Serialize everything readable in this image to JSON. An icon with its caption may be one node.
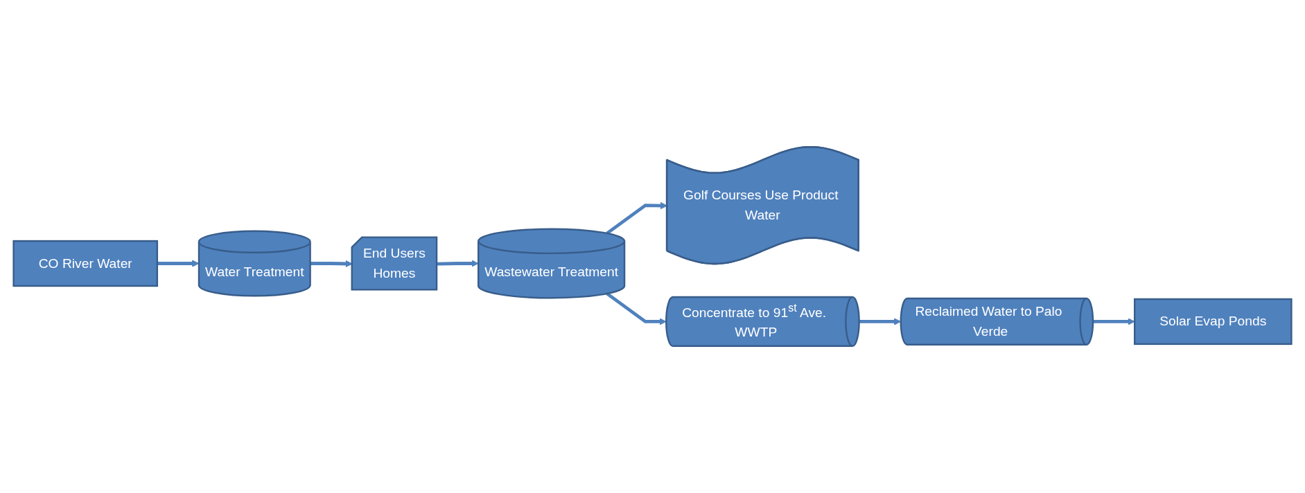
{
  "diagram": {
    "nodes": [
      {
        "text": [
          "CO  River Water"
        ]
      },
      {
        "text": [
          "Water Treatment"
        ]
      },
      {
        "text": [
          "End Users",
          "Homes"
        ]
      },
      {
        "text": [
          "Wastewater Treatment"
        ]
      },
      {
        "text": [
          "Golf Courses Use Product Water"
        ]
      },
      {
        "text": [
          "Concentrate to 91$^{st}$ Ave. WWTP"
        ]
      },
      {
        "text": [
          "Reclaimed Water to Palo Verde"
        ]
      },
      {
        "text": [
          "Solar Evap Ponds"
        ]
      }
    ],
    "edges": [
      {
        "from": 0,
        "to": 1,
        "arrow": "to"
      },
      {
        "from": 1,
        "to": 2,
        "arrow": "to"
      },
      {
        "from": 2,
        "to": 3,
        "arrow": "to"
      },
      {
        "from": 3,
        "to": 4,
        "arrow": "to"
      },
      {
        "from": 3,
        "to": 5,
        "arrow": "to"
      },
      {
        "from": 5,
        "to": 6,
        "arrow": "to"
      },
      {
        "from": 6,
        "to": 7,
        "arrow": "to"
      }
    ]
  }
}
